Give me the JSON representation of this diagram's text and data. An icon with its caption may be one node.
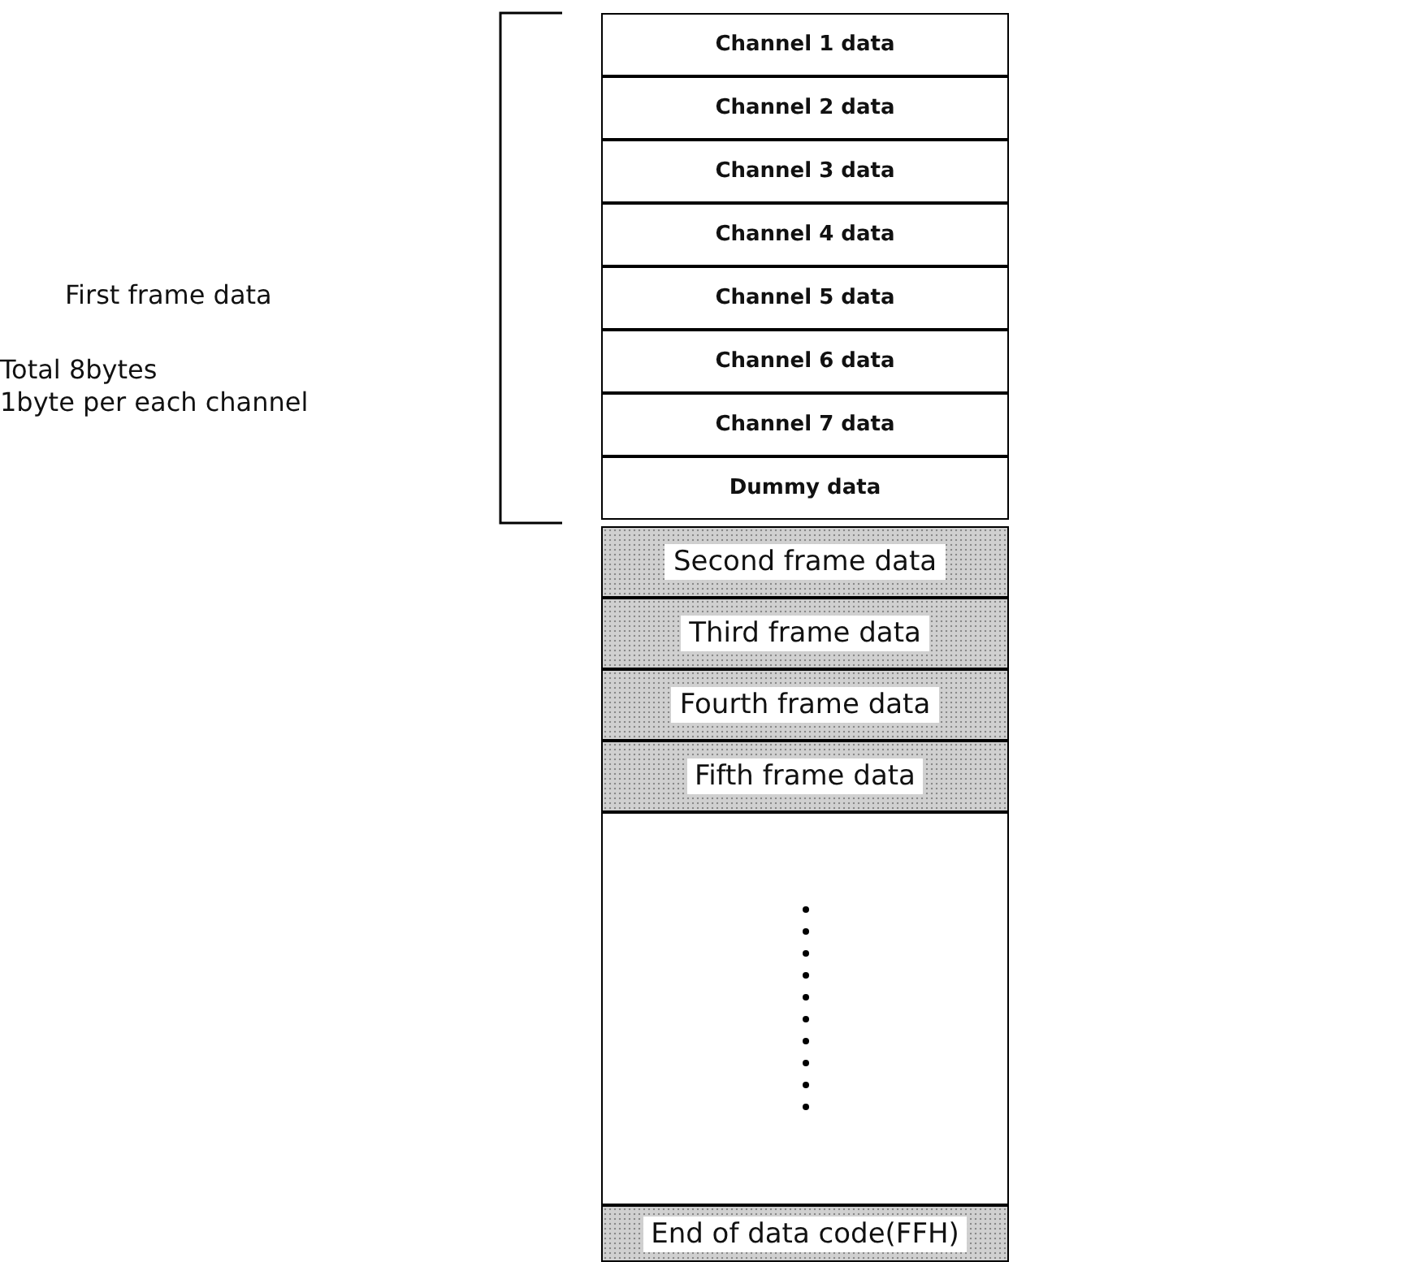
{
  "diagram": {
    "nodes": [
      {
        "text": [
          "Channel 1 data"
        ]
      },
      {
        "text": [
          "Channel 2 data"
        ]
      },
      {
        "text": [
          "Channel 3 data"
        ]
      },
      {
        "text": [
          "Channel 4 data"
        ]
      },
      {
        "text": [
          "Channel 5 data"
        ]
      },
      {
        "text": [
          "Channel 6 data"
        ]
      },
      {
        "text": [
          "Channel 7 data"
        ]
      },
      {
        "text": [
          "Dummy data"
        ]
      },
      {
        "text": [
          "Second frame data"
        ]
      },
      {
        "text": [
          "Third frame data"
        ]
      },
      {
        "text": [
          "Fourth frame data"
        ]
      },
      {
        "text": [
          "Fifth frame data"
        ]
      },
      {
        "text": [],
        "shape": "box"
      },
      {
        "text": [
          "End of data code(FFH)"
        ]
      }
    ],
    "edges": [],
    "labels": [
      "First frame data",
      "Total 8bytes",
      "1byte per each channel"
    ]
  }
}
